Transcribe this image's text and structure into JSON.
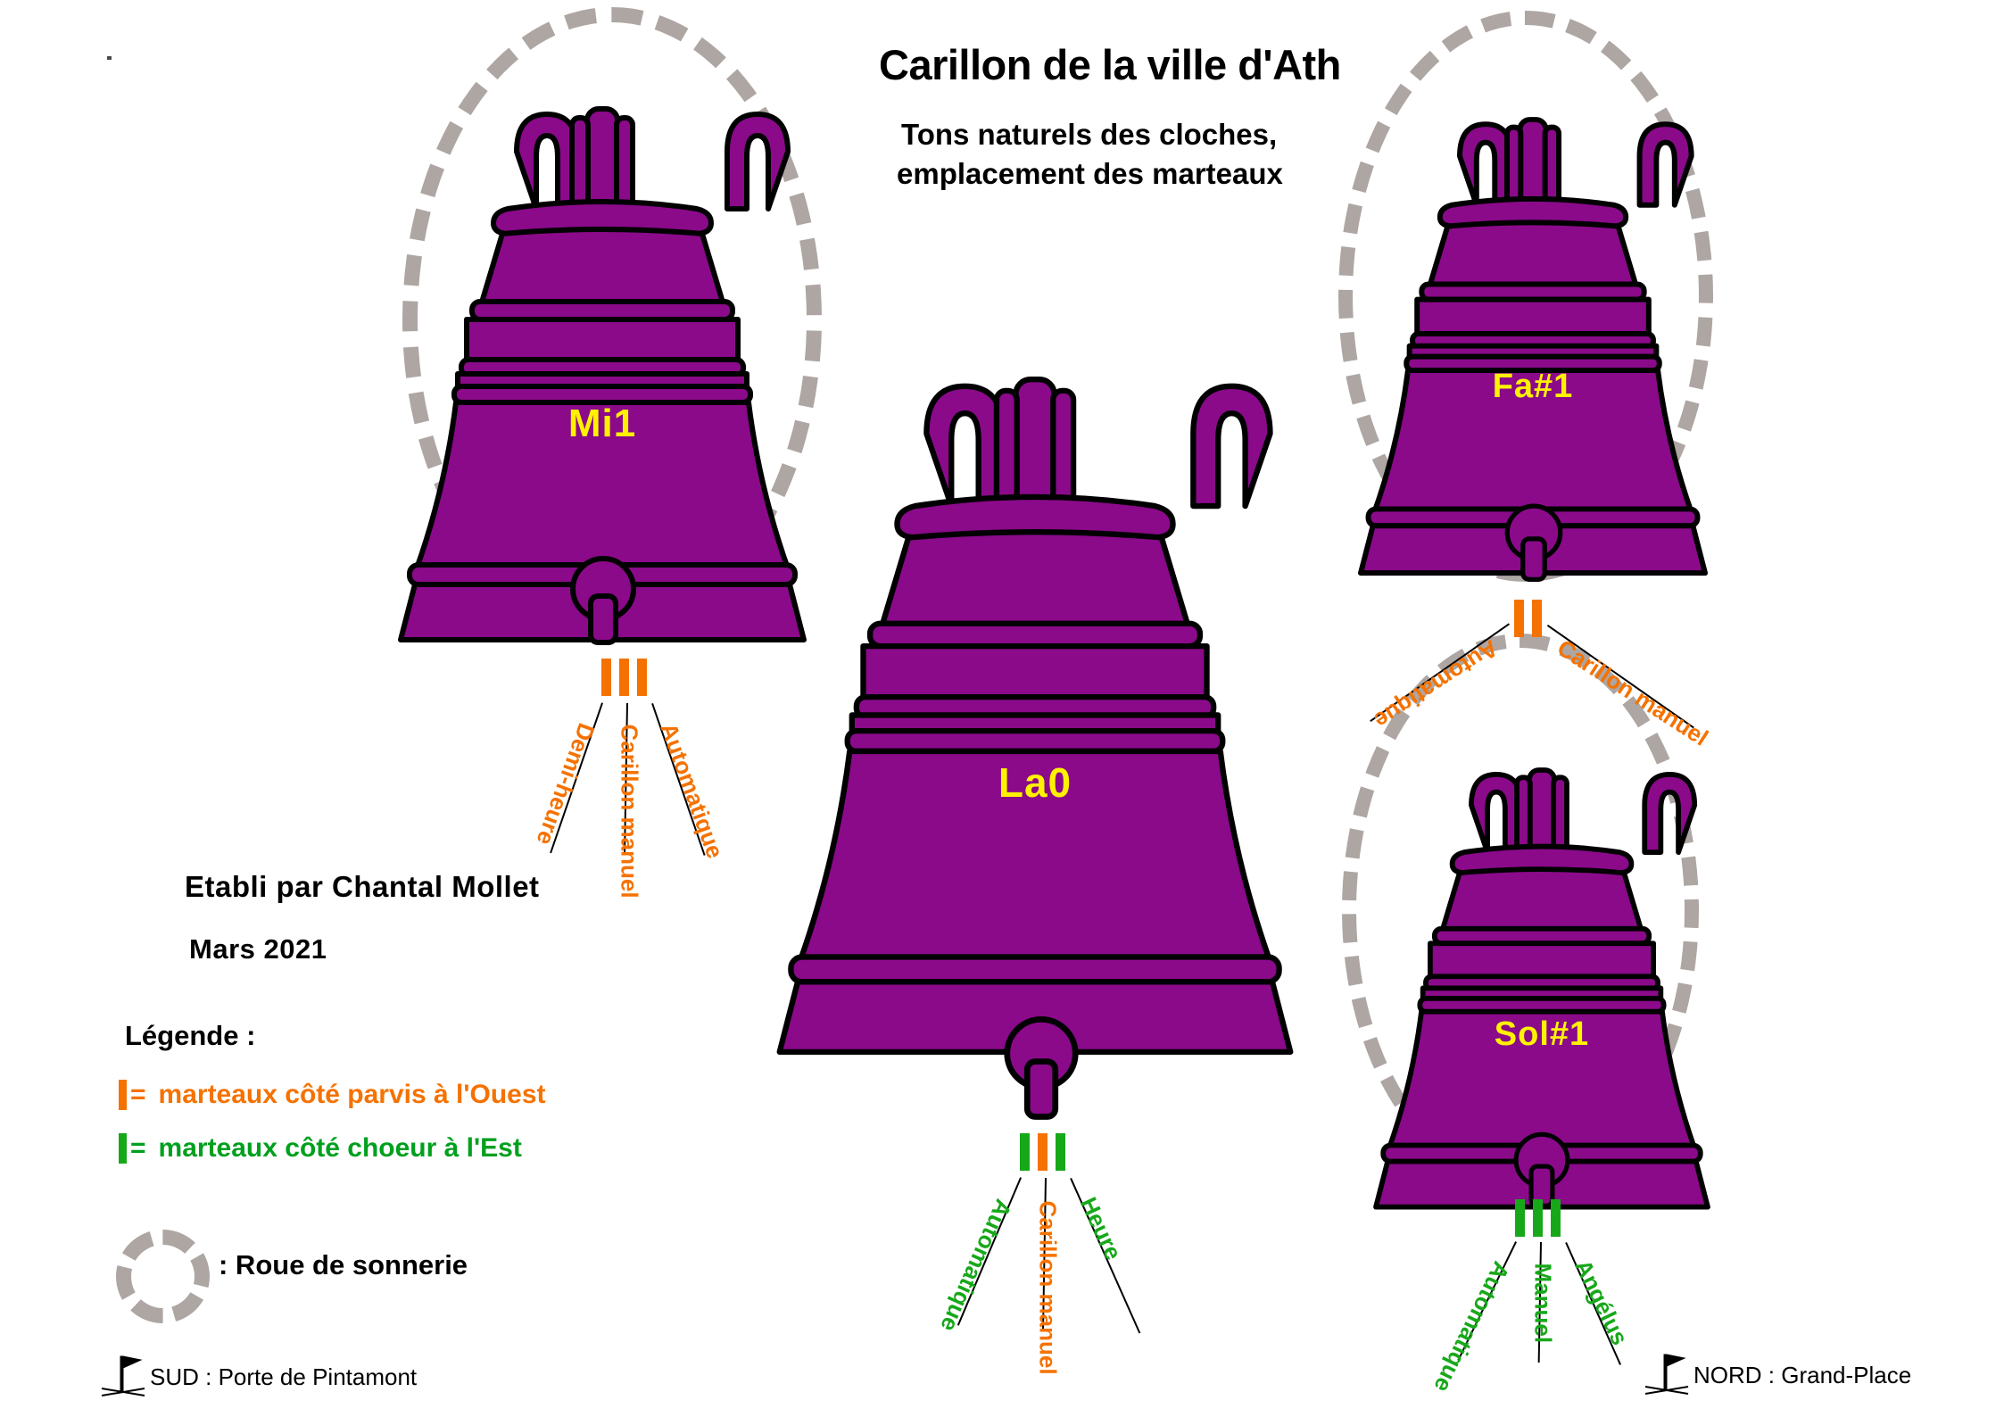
{
  "header": {
    "title": "Carillon de la ville d'Ath",
    "subtitle_line1": "Tons naturels des cloches,",
    "subtitle_line2": "emplacement des marteaux"
  },
  "credit": {
    "author": "Etabli par  Chantal Mollet",
    "date": "Mars 2021"
  },
  "legend": {
    "title": "Légende :",
    "west": {
      "symbol": "=",
      "label": "marteaux côté parvis à l'Ouest",
      "color": "#F57200"
    },
    "east": {
      "symbol": "=",
      "label": "marteaux côté choeur à l'Est",
      "color": "#00A01E"
    },
    "wheel_label": ": Roue de sonnerie",
    "wheel_color": "#ADA6A3"
  },
  "compass": {
    "south": "SUD : Porte de Pintamont",
    "north": "NORD : Grand-Place"
  },
  "colors": {
    "bell_body": "#8A0A8A",
    "bell_outline": "#000000",
    "bell_name": "#FFF200",
    "hammer_west": "#F57200",
    "hammer_east": "#17A81A",
    "wheel": "#ADA6A3",
    "background": "#FFFFFF"
  },
  "bells": [
    {
      "id": "mi1",
      "name": "Mi1",
      "has_wheel": true,
      "hammers": [
        {
          "label": "Demi-heure",
          "side": "west",
          "color": "#F57200"
        },
        {
          "label": "Carillon manuel",
          "side": "west",
          "color": "#F57200"
        },
        {
          "label": "Automatique",
          "side": "west",
          "color": "#F57200"
        }
      ],
      "tick_colors": [
        "orange",
        "orange",
        "orange"
      ]
    },
    {
      "id": "fa1",
      "name": "Fa#1",
      "has_wheel": true,
      "hammers": [
        {
          "label": "Automatique",
          "side": "west",
          "color": "#F57200"
        },
        {
          "label": "Carillon manuel",
          "side": "west",
          "color": "#F57200"
        }
      ],
      "tick_colors": [
        "orange",
        "orange"
      ]
    },
    {
      "id": "la0",
      "name": "La0",
      "has_wheel": false,
      "hammers": [
        {
          "label": "Automatique",
          "side": "east",
          "color": "#17A81A"
        },
        {
          "label": "Carillon manuel",
          "side": "west",
          "color": "#F57200"
        },
        {
          "label": "Heure",
          "side": "east",
          "color": "#17A81A"
        }
      ],
      "tick_colors": [
        "green",
        "orange",
        "green"
      ]
    },
    {
      "id": "sol1",
      "name": "Sol#1",
      "has_wheel": true,
      "hammers": [
        {
          "label": "Automatique",
          "side": "east",
          "color": "#17A81A"
        },
        {
          "label": "Manuel",
          "side": "east",
          "color": "#17A81A"
        },
        {
          "label": "Angélus",
          "side": "east",
          "color": "#17A81A"
        }
      ],
      "tick_colors": [
        "green",
        "green",
        "green"
      ]
    }
  ]
}
